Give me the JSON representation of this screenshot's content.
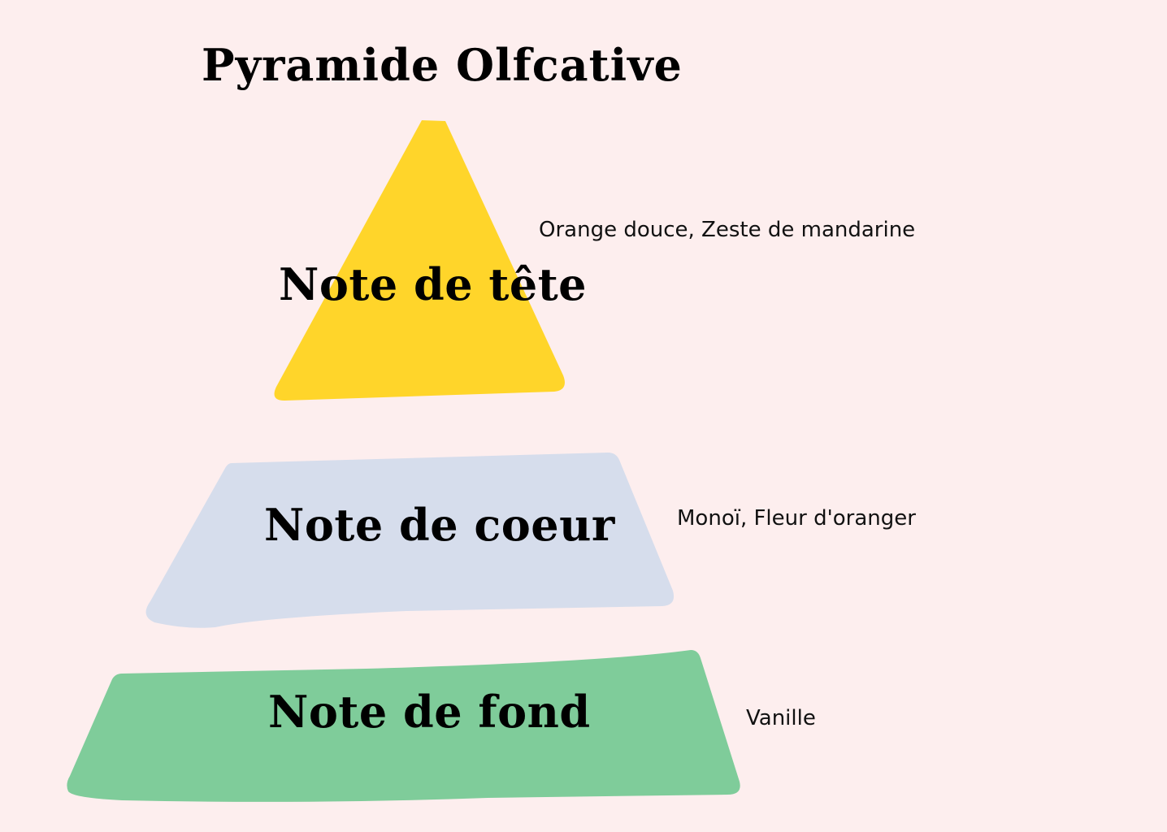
{
  "title": "Pyramide Olfcative",
  "colors": {
    "background": "#fdeeee",
    "top": "#ffd52a",
    "heart": "#d6ddec",
    "base": "#7fcc9a"
  },
  "tiers": [
    {
      "label": "Note de tête",
      "notes": "Orange douce, Zeste de mandarine"
    },
    {
      "label": "Note de coeur",
      "notes": "Monoï, Fleur d'oranger"
    },
    {
      "label": "Note de fond",
      "notes": "Vanille"
    }
  ]
}
